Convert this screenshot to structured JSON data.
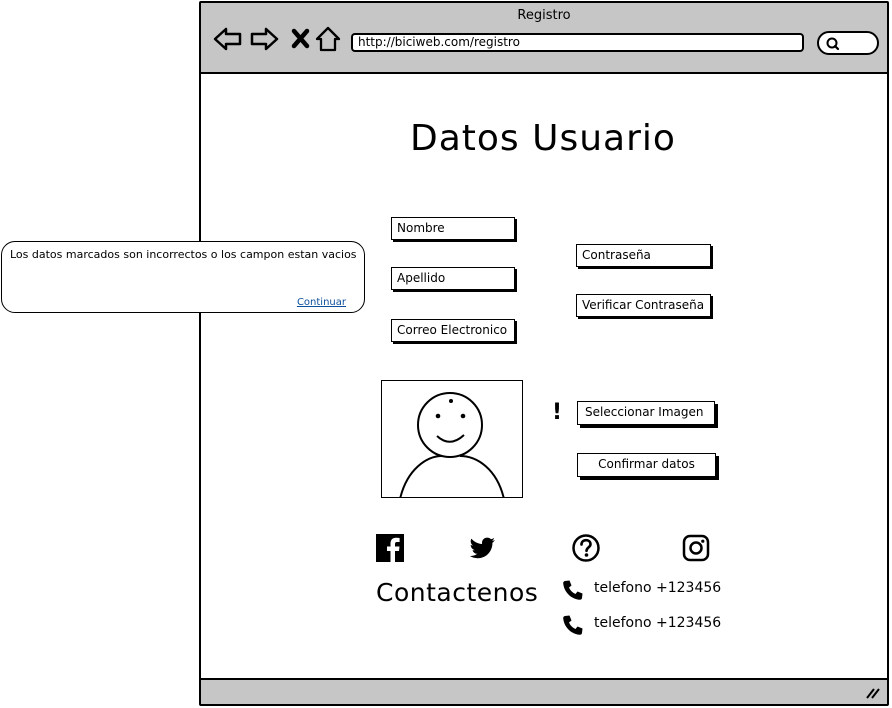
{
  "window": {
    "title": "Registro",
    "url": "http://biciweb.com/registro",
    "nav_icons": [
      "back-arrow-icon",
      "forward-arrow-icon",
      "close-x-icon",
      "home-icon"
    ],
    "search_icon": "search-icon"
  },
  "page": {
    "title": "Datos Usuario",
    "fields": {
      "nombre": "Nombre",
      "apellido": "Apellido",
      "correo": "Correo Electronico",
      "contrasena": "Contraseña",
      "verificar": "Verificar Contraseña"
    },
    "warning_mark": "!",
    "buttons": {
      "seleccionar": "Seleccionar Imagen",
      "confirmar": "Confirmar datos"
    },
    "social_icons": [
      "facebook-icon",
      "twitter-icon",
      "help-icon",
      "instagram-icon"
    ],
    "contact": {
      "title": "Contactenos",
      "phones": [
        "telefono +123456",
        "telefono +123456"
      ]
    }
  },
  "dialog": {
    "message": "Los datos marcados son incorrectos o los campon estan vacios",
    "link": "Continuar"
  },
  "colors": {
    "chrome_gray": "#c6c6c6",
    "link_blue": "#0b4f9c"
  }
}
